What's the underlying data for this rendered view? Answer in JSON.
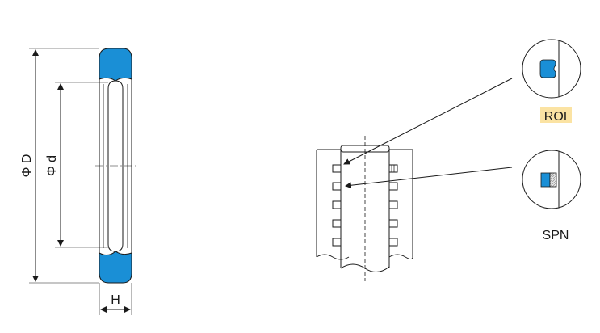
{
  "diagram": {
    "labels": {
      "outer_diameter": "Φ D",
      "inner_diameter": "Φ d",
      "height": "H",
      "roi": "ROI",
      "spn": "SPN"
    },
    "colors": {
      "seal_fill": "#1a8fd6",
      "roi_highlight": "#fbe3a3",
      "spn_hatch": "#c9c9c9",
      "line": "#1a1a1a"
    }
  }
}
